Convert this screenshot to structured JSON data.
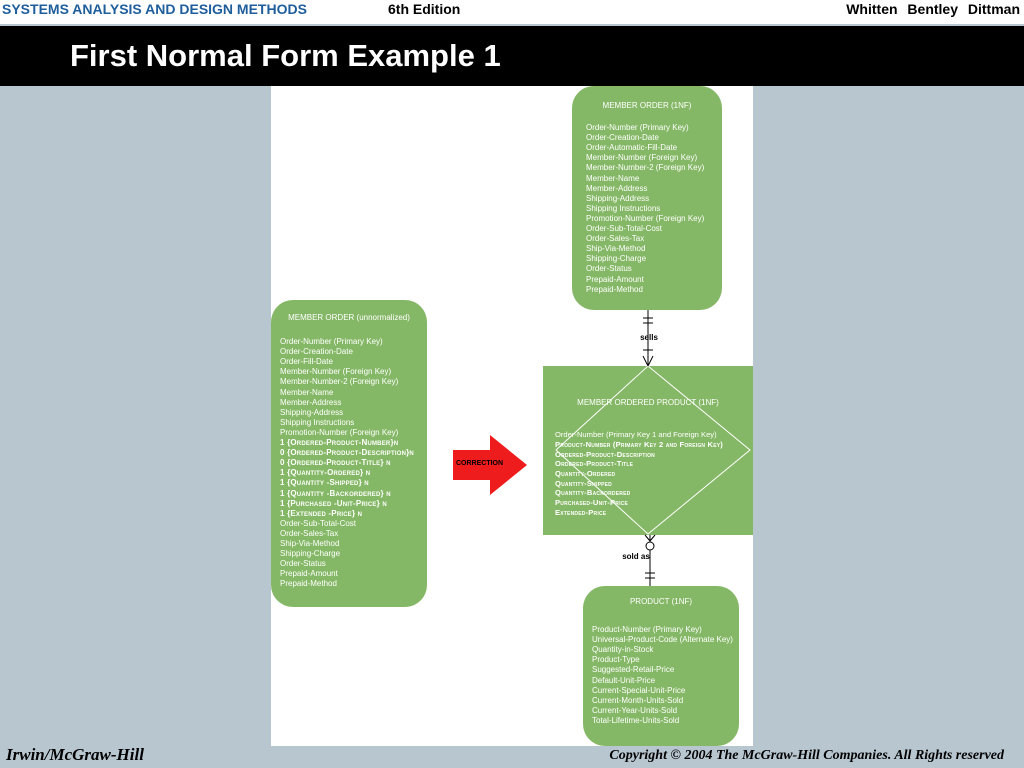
{
  "header": {
    "book_title": "SYSTEMS ANALYSIS AND DESIGN METHODS",
    "edition": "6th Edition",
    "authors": "Whitten Bentley Dittman"
  },
  "slide": {
    "title": "First Normal Form Example 1"
  },
  "diagram": {
    "entity_1nf": {
      "title": "MEMBER ORDER (1NF)",
      "attributes": [
        "Order-Number (Primary Key)",
        "Order-Creation-Date",
        "Order-Automatic-Fill-Date",
        "Member-Number (Foreign Key)",
        "Member-Number-2 (Foreign Key)",
        "Member-Name",
        "Member-Address",
        "Shipping-Address",
        "Shipping Instructions",
        "Promotion-Number (Foreign Key)",
        "Order-Sub-Total-Cost",
        "Order-Sales-Tax",
        "Ship-Via-Method",
        "Shipping-Charge",
        "Order-Status",
        "Prepaid-Amount",
        "Prepaid-Method"
      ]
    },
    "entity_unnormalized": {
      "title": "MEMBER ORDER (unnormalized)",
      "attributes": [
        "Order-Number (Primary Key)",
        "Order-Creation-Date",
        "Order-Fill-Date",
        "Member-Number (Foreign Key)",
        "Member-Number-2 (Foreign Key)",
        "Member-Name",
        "Member-Address",
        "Shipping-Address",
        "Shipping Instructions",
        "Promotion-Number (Foreign Key)"
      ],
      "repeating_group": [
        "1 {Ordered-Product-Number}n",
        "0 {Ordered-Product-Description}n",
        "0 {Ordered-Product-Title} n",
        "1 {Quantity-Ordered} n",
        "1 {Quantity -Shipped} n",
        "1 {Quantity -Backordered} n",
        "1 {Purchased -Unit-Price} n",
        "1 {Extended -Price} n"
      ],
      "attributes_after": [
        "Order-Sub-Total-Cost",
        "Order-Sales-Tax",
        "Ship-Via-Method",
        "Shipping-Charge",
        "Order-Status",
        "Prepaid-Amount",
        "Prepaid-Method"
      ]
    },
    "entity_ordered_product": {
      "title": "MEMBER ORDERED PRODUCT (1NF)",
      "attributes": [
        "Order-Number (Primary Key 1 and Foreign Key)"
      ],
      "attributes_sc": [
        "Product-Number (Primary Key 2 and Foreign Key)",
        "Ordered-Product-Description",
        "Ordered-Product-Title",
        "Quantity-Ordered",
        "Quantity-Shipped",
        "Quantity-Backordered",
        "Purchased-Unit-Price",
        "Extended-Price"
      ]
    },
    "entity_product": {
      "title": "PRODUCT (1NF)",
      "attributes": [
        "Product-Number (Primary Key)",
        "Universal-Product-Code (Alternate Key)",
        "Quantity-in-Stock",
        "Product-Type",
        "Suggested-Retail-Price",
        "Default-Unit-Price",
        "Current-Special-Unit-Price",
        "Current-Month-Units-Sold",
        "Current-Year-Units-Sold",
        "Total-Lifetime-Units-Sold"
      ]
    },
    "relationship_sells": "sells",
    "relationship_sold_as": "sold as",
    "correction_label": "CORRECTION",
    "colors": {
      "entity_fill": "#85b866",
      "arrow": "#ee1c1c",
      "background": "#b8c6d0"
    }
  },
  "footer": {
    "publisher": "Irwin/McGraw-Hill",
    "copyright": "Copyright © 2004 The McGraw-Hill Companies. All Rights reserved"
  }
}
